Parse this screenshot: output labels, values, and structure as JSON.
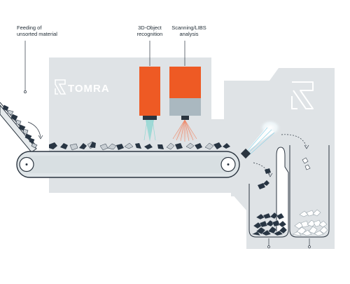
{
  "labels": {
    "feeding": [
      "Feeding of",
      "unsorted material"
    ],
    "recognition": [
      "3D-Object",
      "recognition"
    ],
    "scanning": [
      "Scanning/LIBS",
      "analysis"
    ]
  },
  "brand": {
    "name": "TOMRA"
  },
  "icons": {
    "brand_mark": "tomra-logo-icon",
    "corner_mark": "tomra-mark-icon"
  },
  "colors": {
    "housing": "#dfe3e6",
    "sensor_orange": "#ee5a24",
    "sensor_grey": "#aab8c0",
    "belt_fill": "#dfe5e8",
    "outline": "#2b3540",
    "material_dark": "#283543",
    "material_light": "#c8ced3",
    "beam_scan": "#f07a55",
    "beam_recognition": "#8fd6d2",
    "air_jet": "#8fd3e8"
  }
}
